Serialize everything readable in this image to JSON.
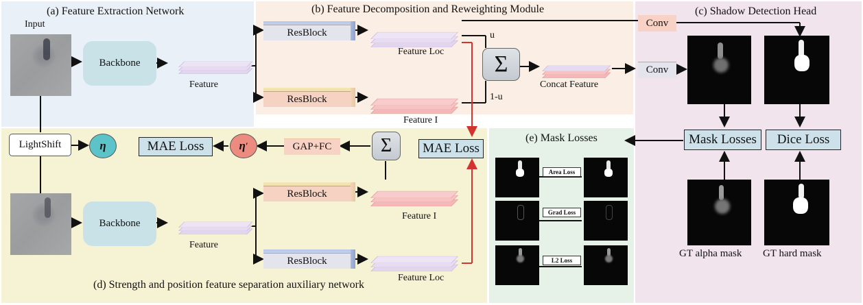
{
  "panels": {
    "a_title": "(a) Feature Extraction Network",
    "b_title": "(b) Feature Decomposition and Reweighting Module",
    "c_title": "(c) Shadow Detection Head",
    "d_title": "(d) Strength and position feature separation auxiliary network",
    "e_title": "(e) Mask Losses"
  },
  "labels": {
    "input": "Input",
    "backbone": "Backbone",
    "feature": "Feature",
    "resblock": "ResBlock",
    "feature_loc": "Feature Loc",
    "feature_i": "Feature I",
    "concat_feature": "Concat Feature",
    "conv": "Conv",
    "u": "u",
    "one_minus_u": "1-u",
    "sigma": "Σ",
    "lightshift": "LightShift",
    "eta": "η",
    "eta_prime": "η",
    "prime": "′",
    "mae_loss": "MAE Loss",
    "gap_fc": "GAP+FC",
    "mask_losses": "Mask Losses",
    "dice_loss": "Dice Loss",
    "area_loss": "Area Loss",
    "grad_loss": "Grad Loss",
    "l2_loss": "L2 Loss",
    "gt_alpha_mask": "GT alpha mask",
    "gt_hard_mask": "GT hard mask"
  },
  "colors": {
    "panel_a": "#e9f0f8",
    "panel_b": "#fbeee4",
    "panel_c": "#f1e4ec",
    "panel_d": "#f6f2d4",
    "panel_e": "#e6f1e8",
    "feature_purple": "#e2d6ee",
    "feature_pink": "#f4b8b8",
    "eta_teal": "#5cc4c8",
    "eta_prime_red": "#ec8c80",
    "red_arrow": "#d3322e"
  }
}
